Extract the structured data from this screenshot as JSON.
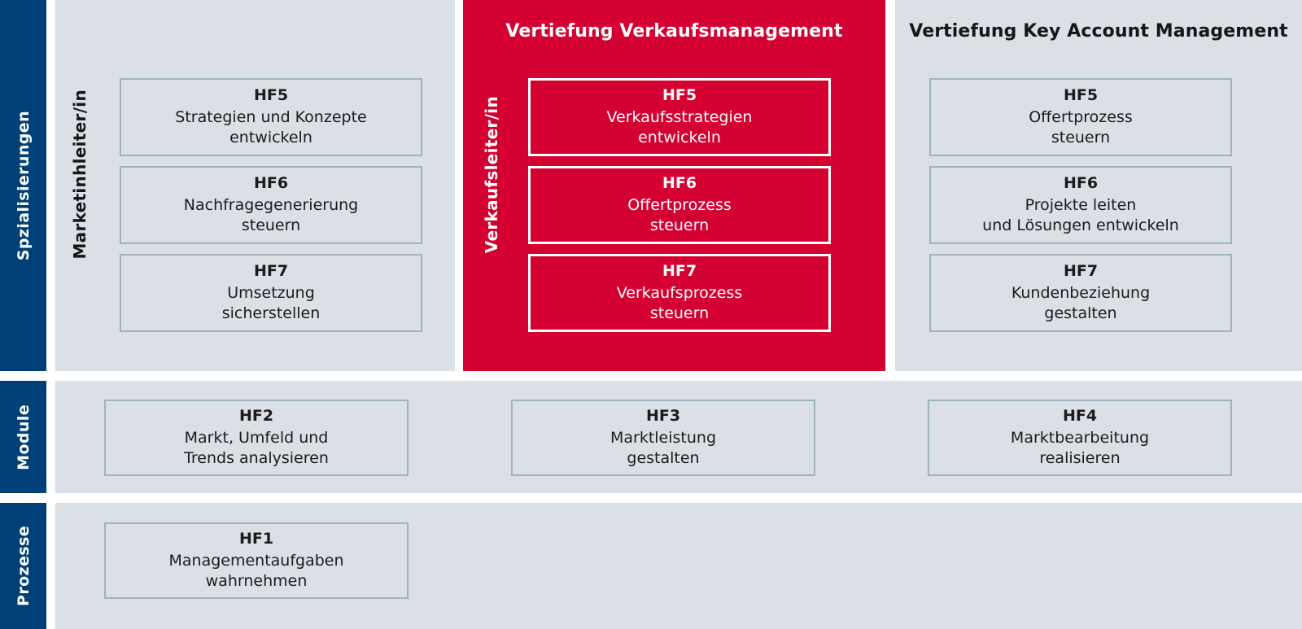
{
  "colors": {
    "category_bar": "#004077",
    "panel_gray": "#dbdfe6",
    "accent_red": "#d50032",
    "box_border": "#9fb3bf",
    "text_dark": "#161616",
    "text_light": "#ffffff"
  },
  "categories": [
    {
      "label": "Spzialisierungen"
    },
    {
      "label": "Module"
    },
    {
      "label": "Prozesse"
    }
  ],
  "specializations": [
    {
      "title": "",
      "role": "Marketinhleiter/in",
      "highlight": false,
      "boxes": [
        {
          "code": "HF5",
          "lines": [
            "Strategien und Konzepte",
            "entwickeln"
          ]
        },
        {
          "code": "HF6",
          "lines": [
            "Nachfragegenerierung",
            "steuern"
          ]
        },
        {
          "code": "HF7",
          "lines": [
            "Umsetzung",
            "sicherstellen"
          ]
        }
      ]
    },
    {
      "title": "Vertiefung Verkaufsmanagement",
      "role": "Verkaufsleiter/in",
      "highlight": true,
      "boxes": [
        {
          "code": "HF5",
          "lines": [
            "Verkaufsstrategien",
            "entwickeln"
          ]
        },
        {
          "code": "HF6",
          "lines": [
            "Offertprozess",
            "steuern"
          ]
        },
        {
          "code": "HF7",
          "lines": [
            "Verkaufsprozess",
            "steuern"
          ]
        }
      ]
    },
    {
      "title": "Vertiefung Key Account Management",
      "role": "",
      "highlight": false,
      "boxes": [
        {
          "code": "HF5",
          "lines": [
            "Offertprozess",
            "steuern"
          ]
        },
        {
          "code": "HF6",
          "lines": [
            "Projekte leiten",
            "und Lösungen entwickeln"
          ]
        },
        {
          "code": "HF7",
          "lines": [
            "Kundenbeziehung",
            "gestalten"
          ]
        }
      ]
    }
  ],
  "modules": [
    {
      "code": "HF2",
      "lines": [
        "Markt, Umfeld und",
        "Trends analysieren"
      ]
    },
    {
      "code": "HF3",
      "lines": [
        "Marktleistung",
        "gestalten"
      ]
    },
    {
      "code": "HF4",
      "lines": [
        "Marktbearbeitung",
        "realisieren"
      ]
    }
  ],
  "processes": [
    {
      "code": "HF1",
      "lines": [
        "Managementaufgaben",
        "wahrnehmen"
      ]
    }
  ]
}
